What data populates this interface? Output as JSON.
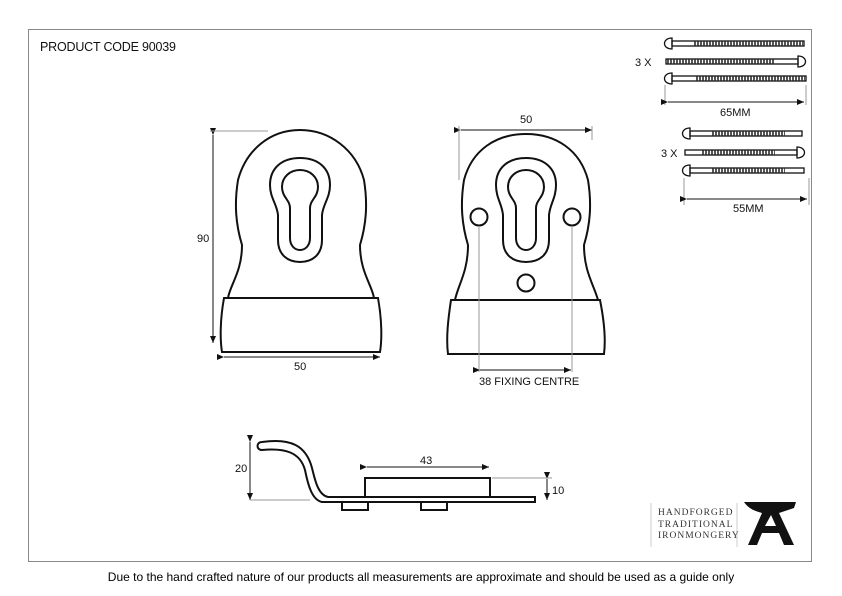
{
  "header": {
    "product_code": "PRODUCT CODE 90039"
  },
  "front_view": {
    "height_label": "90",
    "width_label": "50"
  },
  "rear_view": {
    "width_label": "50",
    "fixing_label": "38 FIXING CENTRE"
  },
  "side_view": {
    "height_label": "20",
    "length_label": "43",
    "depth_label": "10"
  },
  "screws": {
    "set1": {
      "quantity": "3 X",
      "length": "65MM"
    },
    "set2": {
      "quantity": "3 X",
      "length": "55MM"
    }
  },
  "brand": {
    "line1": "HANDFORGED",
    "line2": "TRADITIONAL",
    "line3": "IRONMONGERY",
    "logo": "anvil-a-logo"
  },
  "footer": {
    "disclaimer": "Due to the hand crafted nature of our products all measurements are approximate and should be used as a guide only"
  }
}
